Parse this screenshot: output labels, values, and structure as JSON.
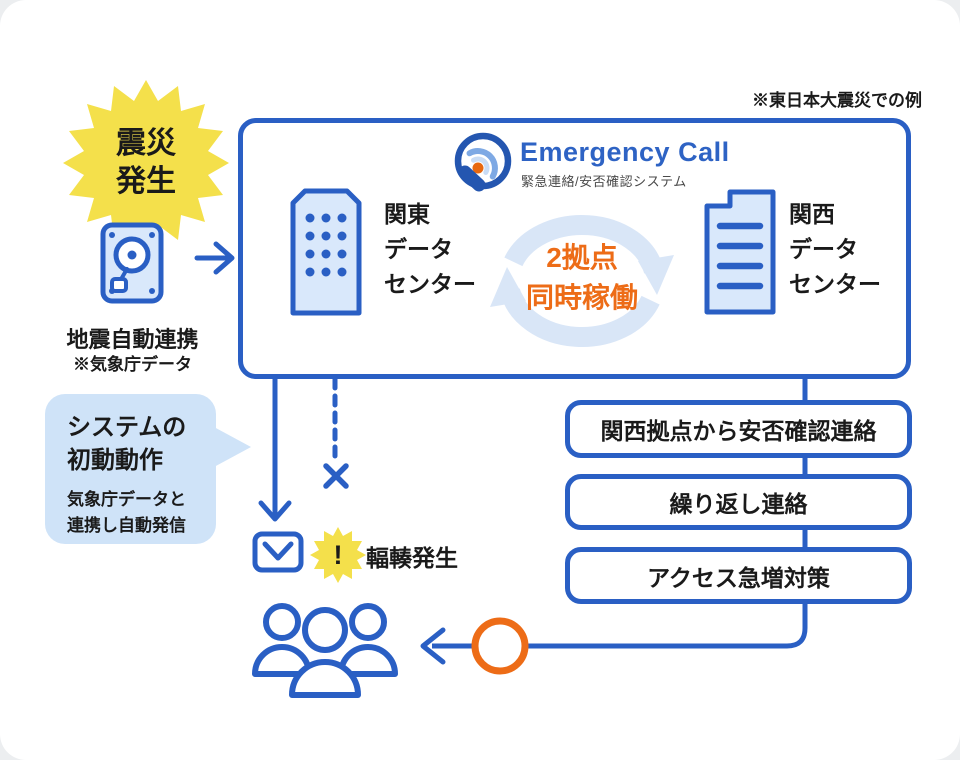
{
  "note": "※東日本大震災での例",
  "colors": {
    "blue": "#2a5fc4",
    "light_blue_fill": "#d9e8fb",
    "pale_cycle_blue": "#d9e6f7",
    "bubble_blue": "#cfe3f8",
    "orange": "#ed6c17",
    "yellow": "#f4e04b",
    "logo_blue": "#2e63c4",
    "text_black": "#1a1a1a",
    "subtitle_gray": "#4a4a4a"
  },
  "quake_burst": {
    "line1": "震災",
    "line2": "発生"
  },
  "quake_source": {
    "title": "地震自動連携",
    "subtitle": "※気象庁データ"
  },
  "system_box": {
    "logo": {
      "name": "Emergency Call",
      "subtitle": "緊急連絡/安否確認システム"
    },
    "kanto_dc": {
      "line1": "関東",
      "line2": "データ",
      "line3": "センター"
    },
    "kansai_dc": {
      "line1": "関西",
      "line2": "データ",
      "line3": "センター"
    },
    "cycle": {
      "line1": "2拠点",
      "line2": "同時稼働"
    }
  },
  "initial_action_bubble": {
    "title_line1": "システムの",
    "title_line2": "初動動作",
    "body_line1": "気象庁データと",
    "body_line2": "連携し自動発信"
  },
  "congestion": {
    "mark": "!",
    "label": "輻輳発生"
  },
  "steps": [
    {
      "label": "関西拠点から安否確認連絡"
    },
    {
      "label": "繰り返し連絡"
    },
    {
      "label": "アクセス急増対策"
    }
  ]
}
